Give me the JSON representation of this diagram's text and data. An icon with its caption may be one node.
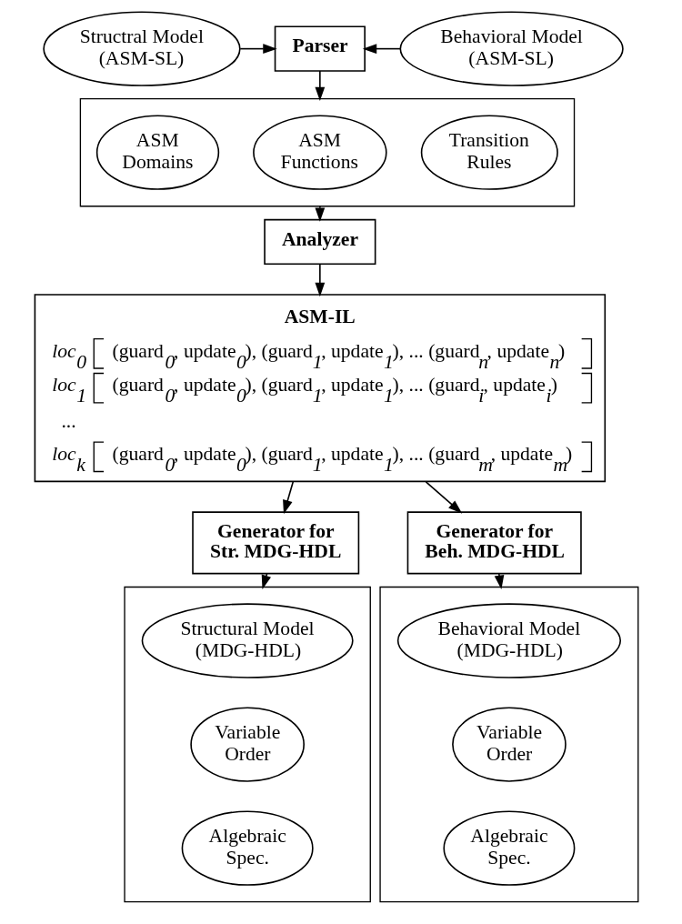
{
  "diagram": {
    "nodes": [
      {
        "text": [
          "Structral Model (ASM-SL)"
        ]
      },
      {
        "text": [
          "**Parser**"
        ]
      },
      {
        "text": [
          "Behavioral Model (ASM-SL)"
        ]
      },
      {
        "text": [],
        "shape": "box"
      },
      {
        "text": [
          "ASM Domains"
        ],
        "in": 3
      },
      {
        "text": [
          "ASM Functions"
        ],
        "in": 3
      },
      {
        "text": [
          "Transition Rules"
        ],
        "in": 3
      },
      {
        "text": [
          "**Analyzer**"
        ]
      },
      {
        "text": [
          "**ASM-IL**",
          "*loc*$_{0}$",
          "(guard$_{0}$, update$_{0}$), (guard$_{1}$, update$_{1}$), ... (guard$_{n}$, update$_{n}$)",
          "*loc*$_{1}$",
          "(guard$_{0}$, update$_{0}$), (guard$_{1}$, update$_{1}$), ... (guard$_{i}$, update$_{i}$)",
          "...",
          "*loc*$_{k}$",
          "(guard$_{0}$, update$_{0}$), (guard$_{1}$, update$_{1}$), ... (guard$_{m}$, update$_{m}$)"
        ]
      },
      {
        "text": [
          "**Generator for Str. MDG-HDL**"
        ]
      },
      {
        "text": [
          "**Generator for Beh. MDG-HDL**"
        ]
      },
      {
        "text": [],
        "shape": "box"
      },
      {
        "text": [
          "Structural Model (MDG-HDL)"
        ],
        "in": 11
      },
      {
        "text": [
          "Variable Order"
        ],
        "in": 11
      },
      {
        "text": [
          "Algebraic Spec."
        ],
        "in": 11
      },
      {
        "text": [],
        "shape": "box"
      },
      {
        "text": [
          "Behavioral Model (MDG-HDL)"
        ],
        "in": 15
      },
      {
        "text": [
          "Variable Order"
        ],
        "in": 15
      },
      {
        "text": [
          "Algebraic Spec."
        ],
        "in": 15
      }
    ],
    "edges": [
      {
        "from": 0,
        "to": 1,
        "arrow": "to"
      },
      {
        "from": 2,
        "to": 1,
        "arrow": "to"
      },
      {
        "from": 1,
        "to": 3,
        "arrow": "to"
      },
      {
        "from": 3,
        "to": 7,
        "arrow": "to"
      },
      {
        "from": 7,
        "to": 8,
        "arrow": "to"
      },
      {
        "from": 8,
        "to": 9,
        "arrow": "to"
      },
      {
        "from": 8,
        "to": 10,
        "arrow": "to"
      },
      {
        "from": 9,
        "to": 11,
        "arrow": "to"
      },
      {
        "from": 10,
        "to": 15,
        "arrow": "to"
      }
    ]
  }
}
